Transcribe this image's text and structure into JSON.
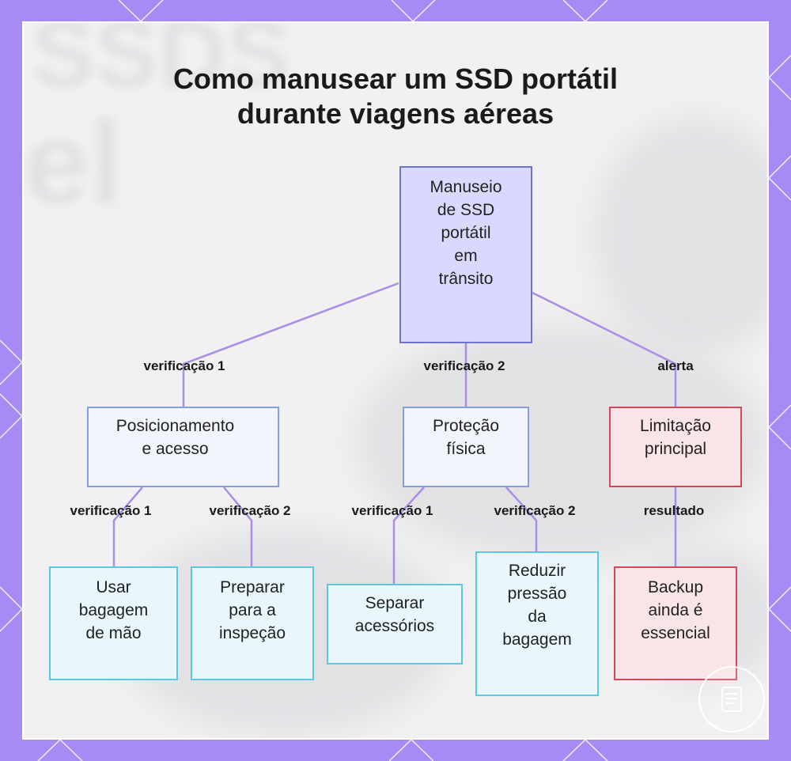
{
  "title": {
    "line1": "Como manusear um SSD portátil",
    "line2": "durante viagens aéreas"
  },
  "nodes": {
    "root": {
      "lines": [
        "Manuseio",
        "de SSD",
        "portátil",
        "em",
        "trânsito"
      ]
    },
    "positioning": {
      "lines": [
        "Posicionamento",
        "e acesso"
      ]
    },
    "protection": {
      "lines": [
        "Proteção",
        "física"
      ]
    },
    "limitation": {
      "lines": [
        "Limitação",
        "principal"
      ]
    },
    "hand_luggage": {
      "lines": [
        "Usar",
        "bagagem",
        "de mão"
      ]
    },
    "inspection": {
      "lines": [
        "Preparar",
        "para a",
        "inspeção"
      ]
    },
    "accessories": {
      "lines": [
        "Separar",
        "acessórios"
      ]
    },
    "pressure": {
      "lines": [
        "Reduzir",
        "pressão",
        "da",
        "bagagem"
      ]
    },
    "backup": {
      "lines": [
        "Backup",
        "ainda é",
        "essencial"
      ]
    }
  },
  "edge_labels": {
    "root_to_positioning": "verificação 1",
    "root_to_protection": "verificação 2",
    "root_to_limitation": "alerta",
    "positioning_to_hand": "verificação 1",
    "positioning_to_inspection": "verificação 2",
    "protection_to_accessories": "verificação 1",
    "protection_to_pressure": "verificação 2",
    "limitation_to_backup": "resultado"
  },
  "colors": {
    "frame": "#a78bf5",
    "panel": "#f1f1f3",
    "connector": "#a98de6",
    "root_fill": "#d8d9fd",
    "root_border": "#6f72cf",
    "mid_fill": "#f3f5fd",
    "mid_border": "#8a9be0",
    "leaf_fill": "#e9f6fb",
    "leaf_border": "#5cc7e0",
    "warn_fill": "#f9e5e8",
    "warn_border": "#d4485c"
  },
  "icons": {
    "corner_badge": "notebook-icon"
  }
}
